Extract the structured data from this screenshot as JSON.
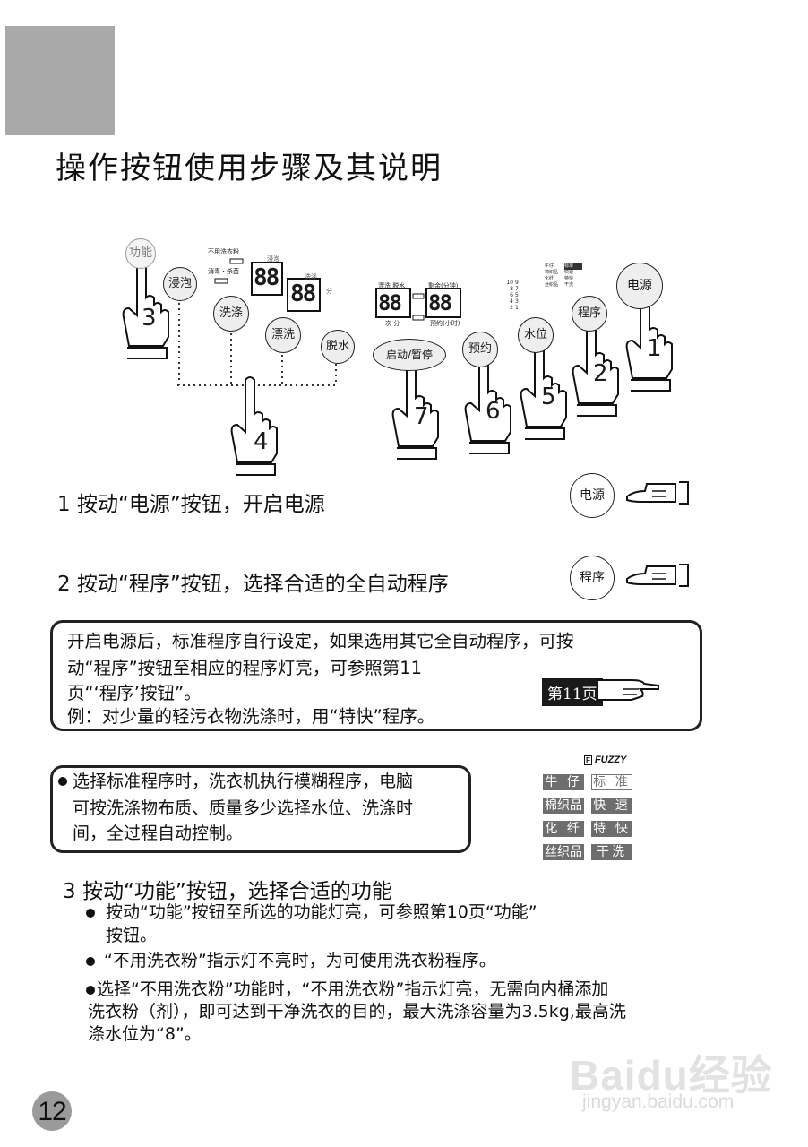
{
  "title": "操作按钮使用步骤及其说明",
  "panel": {
    "buttons": {
      "function": "功能",
      "soak": "浸泡",
      "wash": "洗涤",
      "rinse": "漂洗",
      "spin": "脱水",
      "start_pause": "启动/暂停",
      "reserve": "预约",
      "water_level": "水位",
      "program": "程序",
      "power": "电源"
    },
    "left_display": {
      "indicators": [
        "不用洗衣粉",
        "消毒・杀菌"
      ],
      "digits_a": "88",
      "digits_b": "88",
      "label_a": "浸泡",
      "label_b": "洗涤",
      "unit": "分"
    },
    "center_display": {
      "left_header": "漂洗 脱水",
      "left_footer": "次 分",
      "right_header": "剩余(分钟)",
      "right_footer": "预约(小时)",
      "digits_left": "88",
      "digits_right": "88"
    },
    "water_levels": [
      "10",
      "8",
      "6",
      "4",
      "2",
      "1",
      "5",
      "3",
      "7",
      "9"
    ],
    "program_mini": [
      "牛仔",
      "标准",
      "棉织品",
      "快速",
      "化纤",
      "特快",
      "丝织品",
      "干洗"
    ],
    "finger_numbers": [
      "1",
      "2",
      "3",
      "4",
      "5",
      "6",
      "7"
    ]
  },
  "steps": [
    {
      "text": "1  按动“电源”按钮，开启电源",
      "button": "电源"
    },
    {
      "text": "2  按动“程序”按钮，选择合适的全自动程序",
      "button": "程序"
    },
    {
      "text": "3 按动“功能”按钮，选择合适的功能"
    }
  ],
  "note1": {
    "lines": [
      "开启电源后，标准程序自行设定，如果选用其它全自动程序，可按",
      "动“程序”按钮至相应的程序灯亮，可参照第11",
      "页“‘程序’按钮”。",
      "例：对少量的轻污衣物洗涤时，用“特快”程序。"
    ],
    "ref": "第11页"
  },
  "note2": {
    "lines": [
      "选择标准程序时，洗衣机执行模糊程序，电脑",
      "可按洗涤物布质、质量多少选择水位、洗涤时",
      "间，全过程自动控制。"
    ]
  },
  "fuzzy": {
    "logo": "FUZZY",
    "cells": [
      "牛 仔",
      "标 准",
      "棉织品",
      "快 速",
      "化 纤",
      "特 快",
      "丝织品",
      "干洗"
    ]
  },
  "step3_bullets": [
    [
      "按动“功能”按钮至所选的功能灯亮，可参照第10页“功能”",
      "按钮。"
    ],
    [
      "“不用洗衣粉”指示灯不亮时，为可使用洗衣粉程序。"
    ],
    [
      "选择“不用洗衣粉”功能时，“不用洗衣粉”指示灯亮，无需向内桶添加",
      "洗衣粉（剂），即可达到干净洗衣的目的，最大洗涤容量为3.5kg,最高洗",
      "涤水位为“8”。"
    ]
  ],
  "page_number": "12",
  "watermark": {
    "brand": "Baidu经验",
    "url": "jingyan.baidu.com"
  }
}
